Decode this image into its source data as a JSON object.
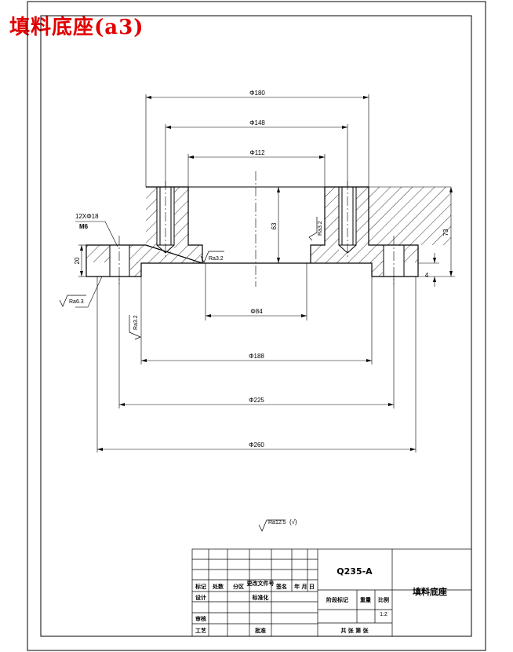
{
  "page_title": "填料底座(a3)",
  "dimensions": {
    "d180": "Φ180",
    "d148": "Φ148",
    "d112": "Φ112",
    "d84": "Φ84",
    "d188": "Φ188",
    "d225": "Φ225",
    "d260": "Φ260",
    "h63": "63",
    "h73": "73",
    "h20": "20",
    "h4": "4"
  },
  "holes_note": "12XΦ18",
  "thread_note": "M6",
  "roughness": {
    "r32a": "Ra3.2",
    "r32b": "Ra3.2",
    "r32c": "Ra3.2",
    "r63": "Ra6.3",
    "general": "Ra12.5",
    "general_suffix": "(√)"
  },
  "title_block": {
    "material": "Q235-A",
    "part_name": "填料底座",
    "scale_value": "1:2",
    "col_mark": "标记",
    "col_count": "处数",
    "col_zone": "分区",
    "col_docno": "更改文件号",
    "col_sign": "签名",
    "col_date": "年 月 日",
    "design": "设计",
    "standardize": "标准化",
    "stage_mark": "阶段标记",
    "weight": "重量",
    "scale": "比例",
    "review": "审核",
    "process": "工艺",
    "approve": "批准",
    "sheets": "共 张 第 张"
  }
}
